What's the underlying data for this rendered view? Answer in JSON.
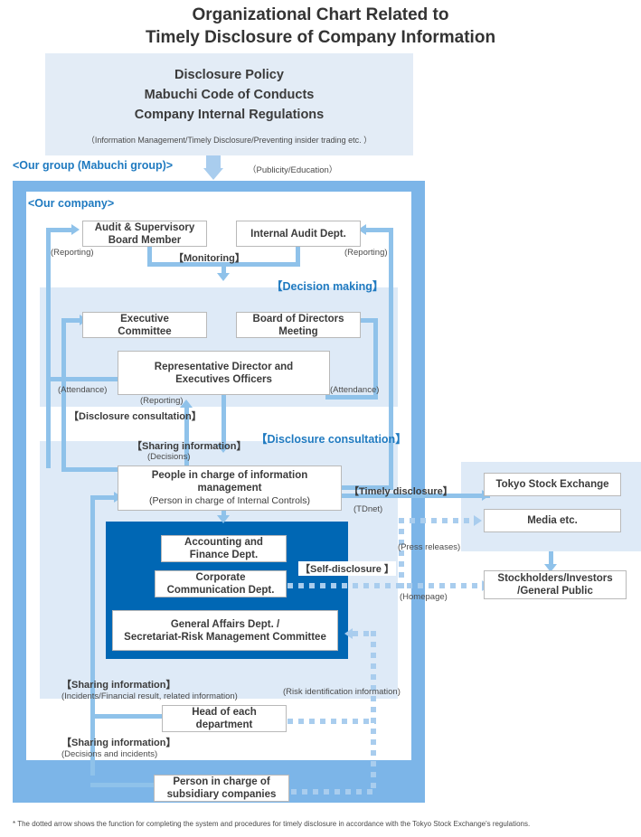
{
  "title": {
    "line1": "Organizational Chart Related to",
    "line2": "Timely Disclosure of Company Information"
  },
  "policy_box": {
    "line1": "Disclosure Policy",
    "line2": "Mabuchi Code of Conducts",
    "line3": "Company Internal Regulations",
    "note": "（Information  Management/Timely  Disclosure/Preventing  insider trading etc. ）"
  },
  "scope_labels": {
    "group": "<Our group (Mabuchi group)>",
    "company": "<Our company>"
  },
  "nodes": {
    "audit_supervisory": "Audit & Supervisory\nBoard Member",
    "internal_audit": "Internal Audit Dept.",
    "executive_committee": "Executive\nCommittee",
    "board_of_directors": "Board of Directors\nMeeting",
    "representative_director": "Representative Director and\nExecutives Officers",
    "info_management_main": "People in charge of information\nmanagement",
    "info_management_sub": "(Person in charge of Internal Controls)",
    "accounting_finance": "Accounting and\nFinance Dept.",
    "corporate_communication": "Corporate\nCommunication Dept.",
    "general_affairs": "General Affairs Dept. /\nSecretariat-Risk Management  Committee",
    "head_of_department": "Head of each\ndepartment",
    "subsidiary_person": "Person in charge of\nsubsidiary companies",
    "tokyo_stock_exchange": "Tokyo Stock Exchange",
    "media": "Media etc.",
    "stockholders": "Stockholders/Investors\n/General Public"
  },
  "annotations": {
    "publicity_education": "（Publicity/Education）",
    "reporting_left": "(Reporting)",
    "reporting_right": "(Reporting)",
    "monitoring": "【Monitoring】",
    "decision_making": "【Decision  making】",
    "attendance_left": "(Attendance)",
    "attendance_right": "(Attendance)",
    "reporting_center": "(Reporting)",
    "disclosure_consultation_black": "【Disclosure consultation】",
    "disclosure_consultation_blue": "【Disclosure  consultation】",
    "sharing_information_decisions": "【Sharing information】",
    "decisions": "(Decisions)",
    "timely_disclosure": "【Timely disclosure】",
    "tdnet": "(TDnet)",
    "press_releases": "(Press releases)",
    "self_disclosure": "【Self-disclosure 】",
    "homepage": "(Homepage)",
    "sharing_information_incidents": "【Sharing information】",
    "incidents_financial": "(Incidents/Financial result,  related  information)",
    "risk_identification": "(Risk identification  information)",
    "sharing_information_subsidiary": "【Sharing information】",
    "decisions_and_incidents": "(Decisions and incidents)"
  },
  "footnote": "* The dotted arrow shows the function for completing the system and procedures for timely disclosure in accordance with the Tokyo Stock Exchange's regulations.",
  "colors": {
    "brand_blue": "#0067b4",
    "accent_blue": "#1f7ac0",
    "frame_blue": "#7cb5e8",
    "pale_blue": "#deeaf7",
    "header_blue": "#e3ecf6",
    "connector": "#8fc2ea",
    "connector_pale": "#a9cdee"
  }
}
